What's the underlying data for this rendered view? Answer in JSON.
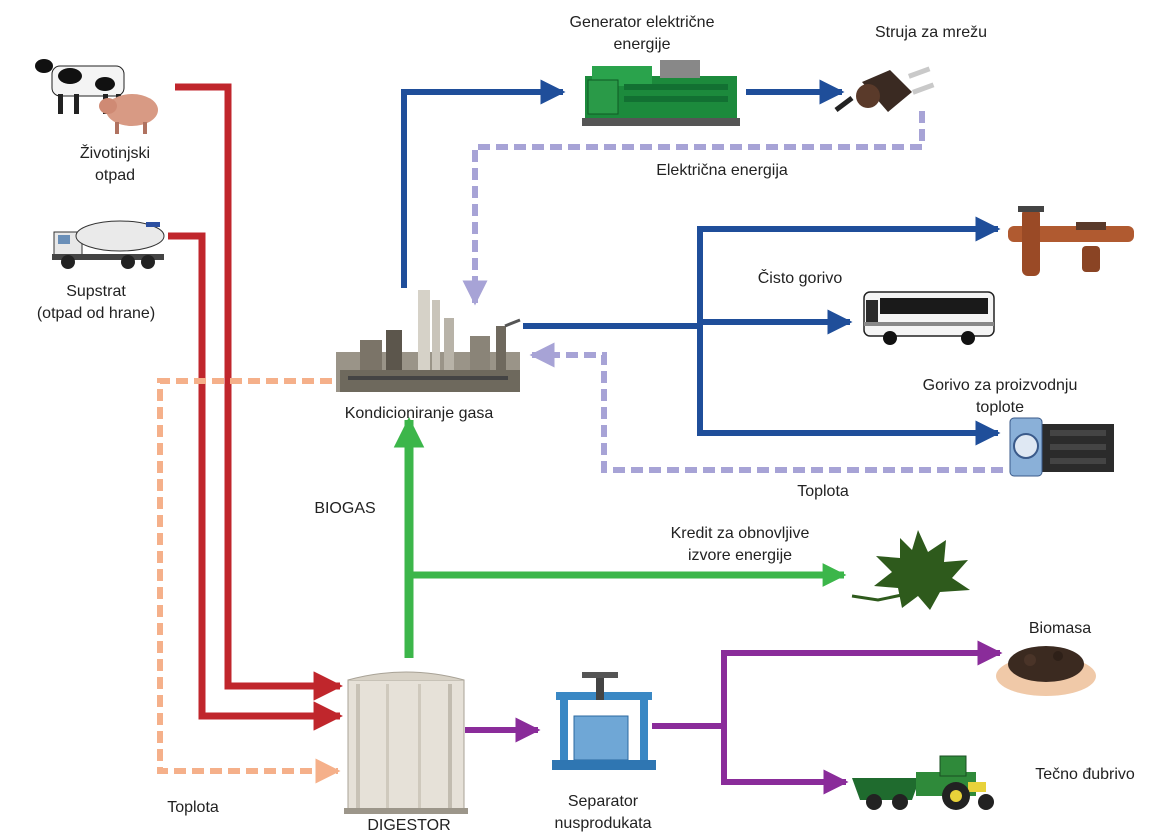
{
  "labels": {
    "zivotinjski_otpad": [
      "Životinjski",
      "otpad"
    ],
    "supstrat": [
      "Supstrat",
      "(otpad od hrane)"
    ],
    "generator": [
      "Generator električne",
      "energije"
    ],
    "struja": "Struja za mrežu",
    "elektricna_energija": "Električna energija",
    "cisto_gorivo": "Čisto gorivo",
    "gorivo_toplota": [
      "Gorivo za proizvodnju",
      "toplote"
    ],
    "kondicioniranje": "Kondicioniranje gasa",
    "toplota_right": "Toplota",
    "biogas": "BIOGAS",
    "kredit": [
      "Kredit za obnovljive",
      "izvore energije"
    ],
    "biomasa": "Biomasa",
    "tecno_dubrivo": "Tečno đubrivo",
    "toplota_left": "Toplota",
    "digestor": "DIGESTOR",
    "separator": [
      "Separator",
      "nusprodukata"
    ]
  },
  "colors": {
    "red": "#c0262c",
    "blue": "#1f4e9a",
    "green": "#3cb64a",
    "purple": "#8a2c9a",
    "lavender": "#a7a3d6",
    "peach": "#f5b08a"
  },
  "icons": [
    "cow-and-pig-icon",
    "tanker-truck-icon",
    "generator-icon",
    "power-plug-icon",
    "gas-conditioning-plant-icon",
    "pipeline-icon",
    "bus-icon",
    "boiler-icon",
    "maple-leaf-icon",
    "digestor-tank-icon",
    "separator-press-icon",
    "soil-in-hands-icon",
    "tractor-trailer-icon"
  ]
}
